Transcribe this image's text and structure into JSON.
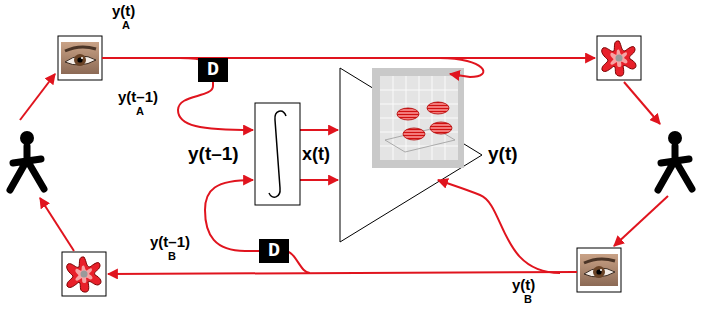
{
  "diagram": {
    "nodes": [
      {
        "text": [
          "D"
        ]
      },
      {
        "text": [
          "D"
        ]
      }
    ],
    "labels": [
      "y(t)",
      "A",
      "y(t–1)",
      "A",
      "y(t–1)",
      "x(t)",
      "y(t)",
      "y(t–1)",
      "B",
      "y(t)",
      "B"
    ]
  }
}
